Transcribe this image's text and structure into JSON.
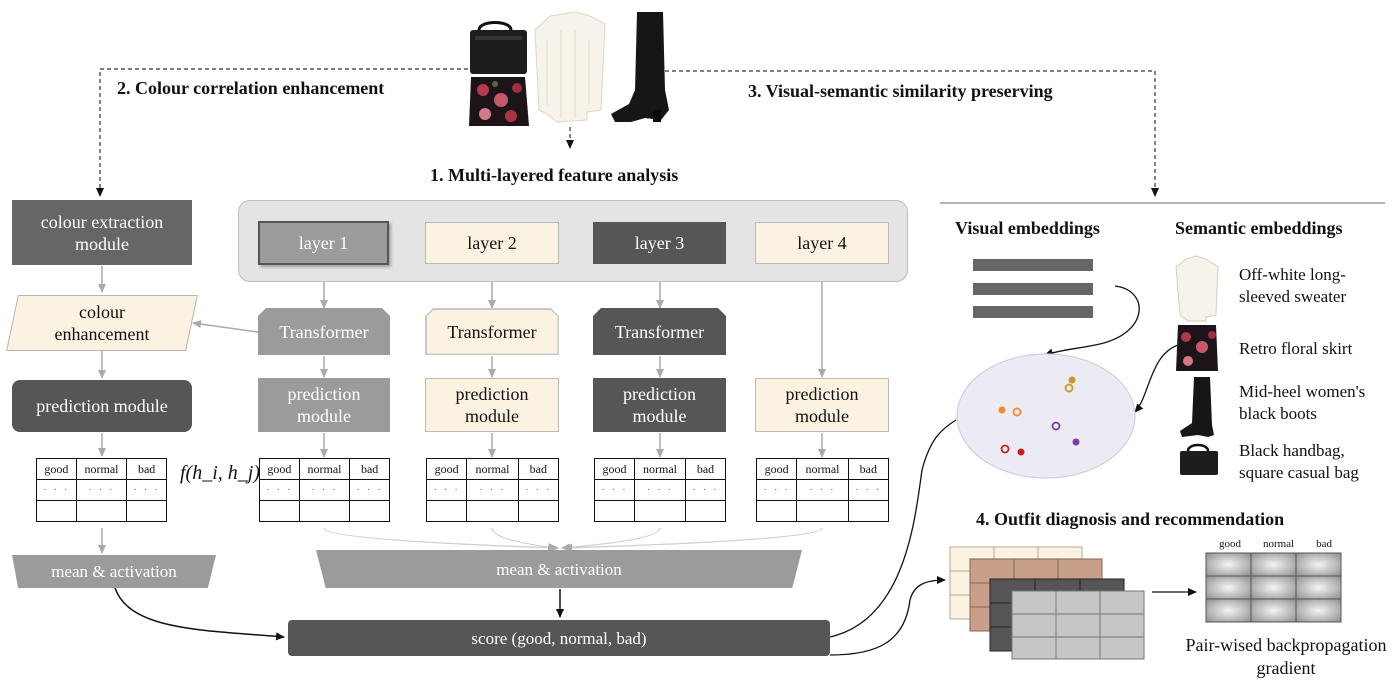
{
  "headings": {
    "step1": "1. Multi-layered feature analysis",
    "step2": "2. Colour correlation enhancement",
    "step3": "3. Visual-semantic similarity preserving",
    "step4": "4. Outfit diagnosis and recommendation"
  },
  "colour_branch": {
    "extraction": "colour extraction module",
    "enhancement": "colour enhancement",
    "prediction": "prediction module",
    "mean": "mean & activation"
  },
  "layers": [
    "layer 1",
    "layer 2",
    "layer 3",
    "layer 4"
  ],
  "transformer_label": "Transformer",
  "prediction_label": "prediction module",
  "table": {
    "headers": [
      "good",
      "normal",
      "bad"
    ],
    "dots": "· · ·"
  },
  "formula": "f(h_i, h_j)",
  "main_mean": "mean & activation",
  "score": "score (good, normal, bad)",
  "embeddings": {
    "visual_title": "Visual embeddings",
    "semantic_title": "Semantic embeddings",
    "items": [
      {
        "icon": "sweater-icon",
        "text": "Off-white long-sleeved sweater"
      },
      {
        "icon": "skirt-icon",
        "text": "Retro floral skirt"
      },
      {
        "icon": "boots-icon",
        "text": "Mid-heel women's black boots"
      },
      {
        "icon": "handbag-icon",
        "text": "Black handbag, square casual bag"
      }
    ]
  },
  "diagnosis": {
    "headers": [
      "good",
      "normal",
      "bad"
    ],
    "caption": "Pair-wised backpropagation gradient"
  },
  "colors": {
    "light_cream": "#fbf2e2",
    "mid_gray": "#9b9b9b",
    "dark_gray": "#666666",
    "darker_gray": "#565656",
    "panel_gray": "#e4e4e4"
  }
}
